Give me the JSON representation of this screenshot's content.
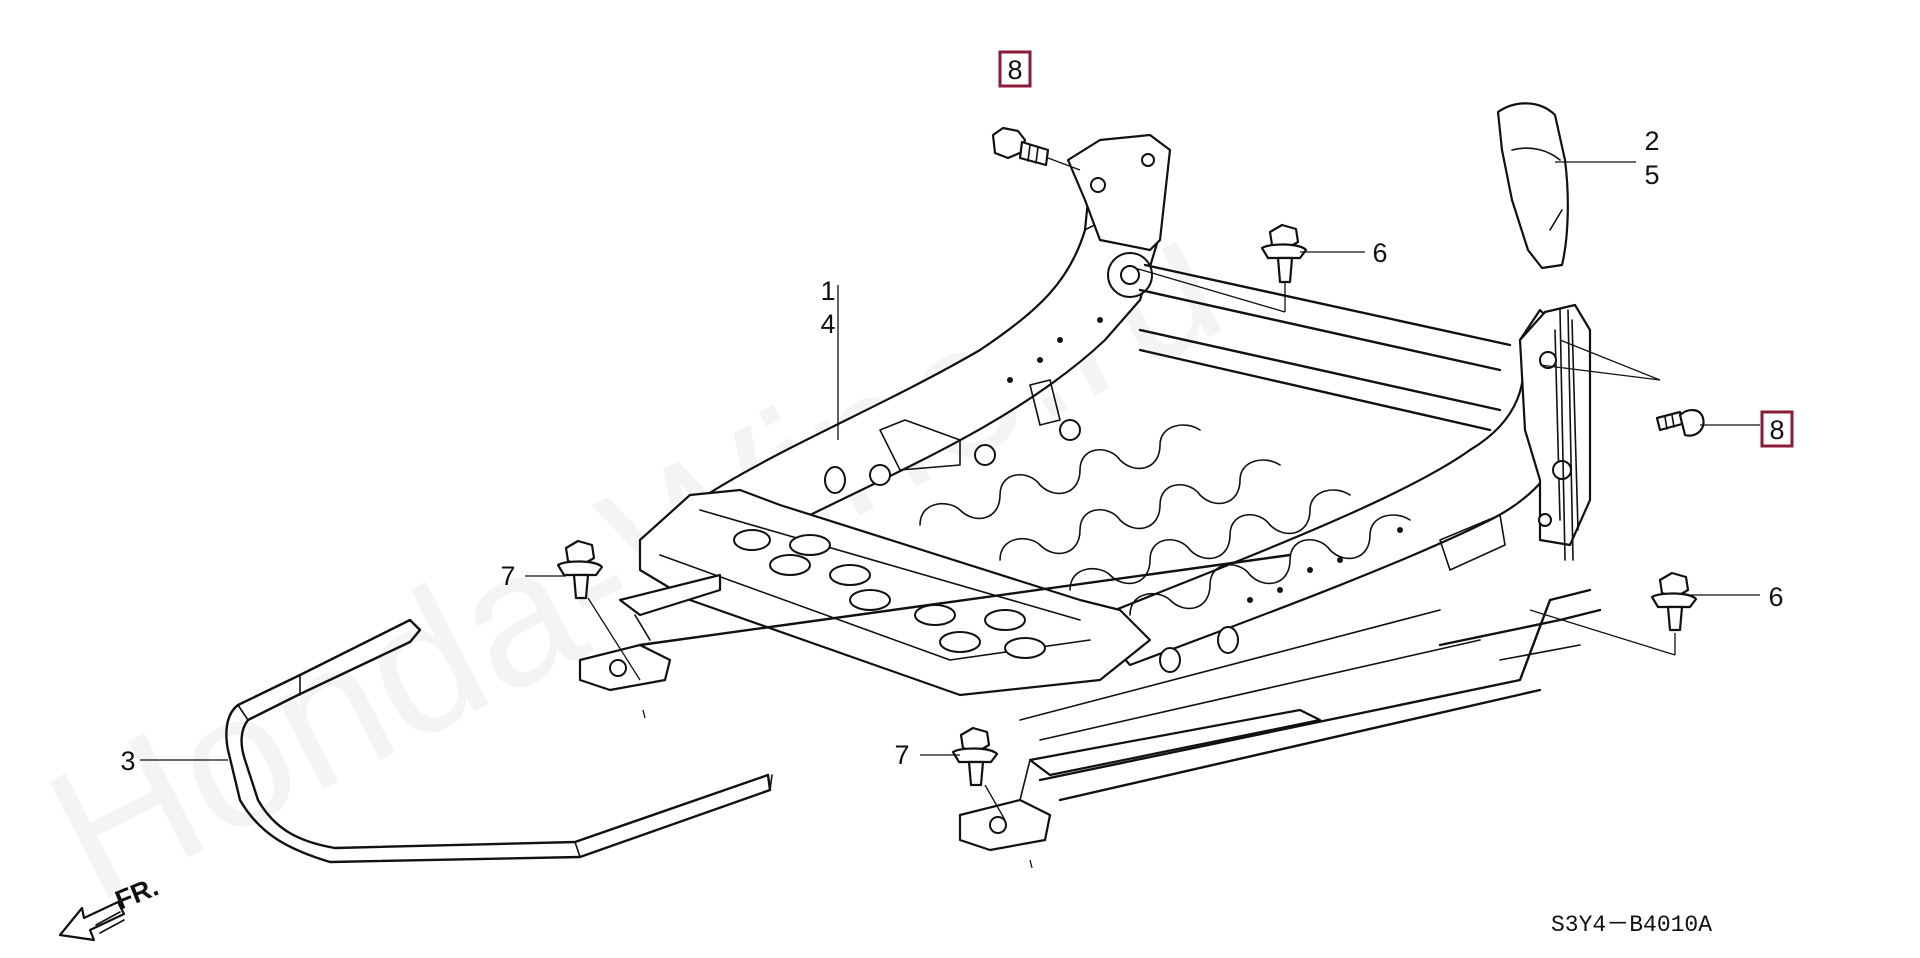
{
  "watermark": "Honda-Wine.ru",
  "part_code": "S3Y4－B4010A",
  "front_label": "FR.",
  "callouts": {
    "c1": "1",
    "c4": "4",
    "c2": "2",
    "c5": "5",
    "c3": "3",
    "c6a": "6",
    "c6b": "6",
    "c7a": "7",
    "c7b": "7",
    "c8a": "8",
    "c8b": "8"
  },
  "colors": {
    "highlight_box": "#8b1a3a",
    "line": "#111111"
  }
}
